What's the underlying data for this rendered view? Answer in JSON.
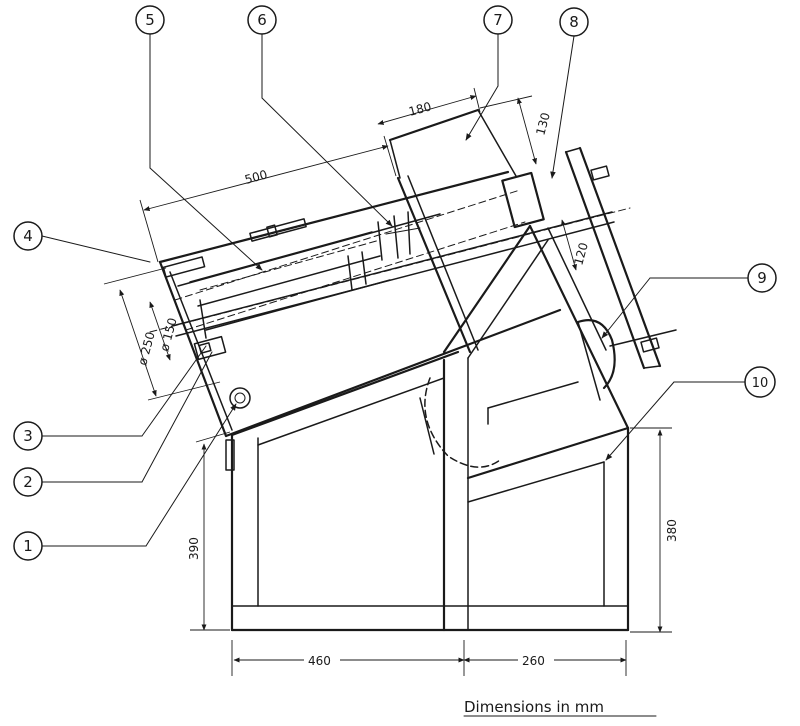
{
  "callouts": [
    "1",
    "2",
    "3",
    "4",
    "5",
    "6",
    "7",
    "8",
    "9",
    "10"
  ],
  "dimensions": {
    "d500": "500",
    "d180": "180",
    "d130": "130",
    "d120": "120",
    "d250": "ø 250",
    "d150": "ø 150",
    "d390": "390",
    "d380": "380",
    "d460": "460",
    "d260": "260"
  },
  "caption": "Dimensions in mm"
}
